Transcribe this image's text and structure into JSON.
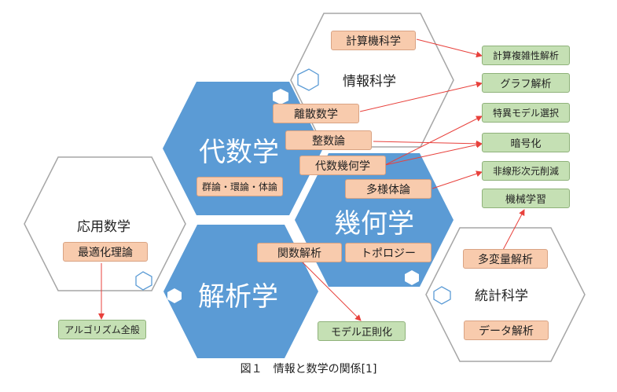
{
  "caption": "図１　情報と数学の関係[1]",
  "hexagons": {
    "algebra": "代数学",
    "geometry": "幾何学",
    "analysis": "解析学",
    "info_science": "情報科学",
    "applied_math": "応用数学",
    "statistics": "統計科学"
  },
  "topics": {
    "computation_science": "計算機科学",
    "discrete_math": "離散数学",
    "number_theory": "整数論",
    "algebraic_geometry": "代数幾何学",
    "groups_rings": "群論・環論・体論",
    "manifolds": "多様体論",
    "functional_analysis": "関数解析",
    "topology": "トポロジー",
    "optimization": "最適化理論",
    "multivariate": "多変量解析",
    "data_analysis": "データ解析"
  },
  "applications": {
    "complexity": "計算複雑性解析",
    "graph_analysis": "グラフ解析",
    "model_selection": "特異モデル選択",
    "cryptography": "暗号化",
    "dim_reduction": "非線形次元削減",
    "machine_learning": "機械学習",
    "algorithms": "アルゴリズム全般",
    "regularization": "モデル正則化"
  },
  "colors": {
    "math_hex": "#5b9bd5",
    "outline_hex": "#a6a6a6",
    "topic_box": "#f8cbad",
    "application_box": "#c5e0b4",
    "arrow": "#e8413c"
  }
}
